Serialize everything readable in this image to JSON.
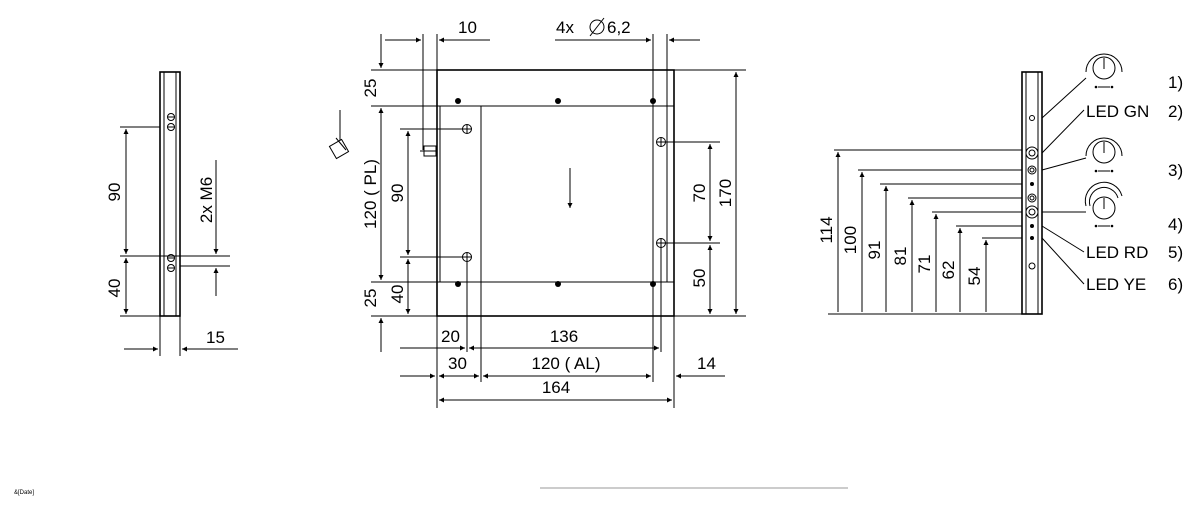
{
  "left_view": {
    "dim_90": "90",
    "dim_40": "40",
    "dim_15": "15",
    "thread_label": "2x M6"
  },
  "front_view": {
    "dim_10": "10",
    "holes_label": "4x",
    "hole_diameter": "6,2",
    "dim_25_top": "25",
    "dim_25_bottom": "25",
    "dim_120_pl": "120 ( PL)",
    "dim_90": "90",
    "dim_40": "40",
    "dim_70": "70",
    "dim_170": "170",
    "dim_50": "50",
    "dim_20": "20",
    "dim_136": "136",
    "dim_30": "30",
    "dim_120_al": "120 ( AL)",
    "dim_14": "14",
    "dim_164": "164"
  },
  "right_view": {
    "heights": [
      "114",
      "100",
      "91",
      "81",
      "71",
      "62",
      "54"
    ],
    "callouts": [
      {
        "text": "",
        "num": "1)"
      },
      {
        "text": "LED GN",
        "num": "2)"
      },
      {
        "text": "",
        "num": "3)"
      },
      {
        "text": "",
        "num": "4)"
      },
      {
        "text": "LED RD",
        "num": "5)"
      },
      {
        "text": "LED YE",
        "num": "6)"
      }
    ]
  },
  "footer": {
    "date_placeholder": "&[Date]"
  }
}
